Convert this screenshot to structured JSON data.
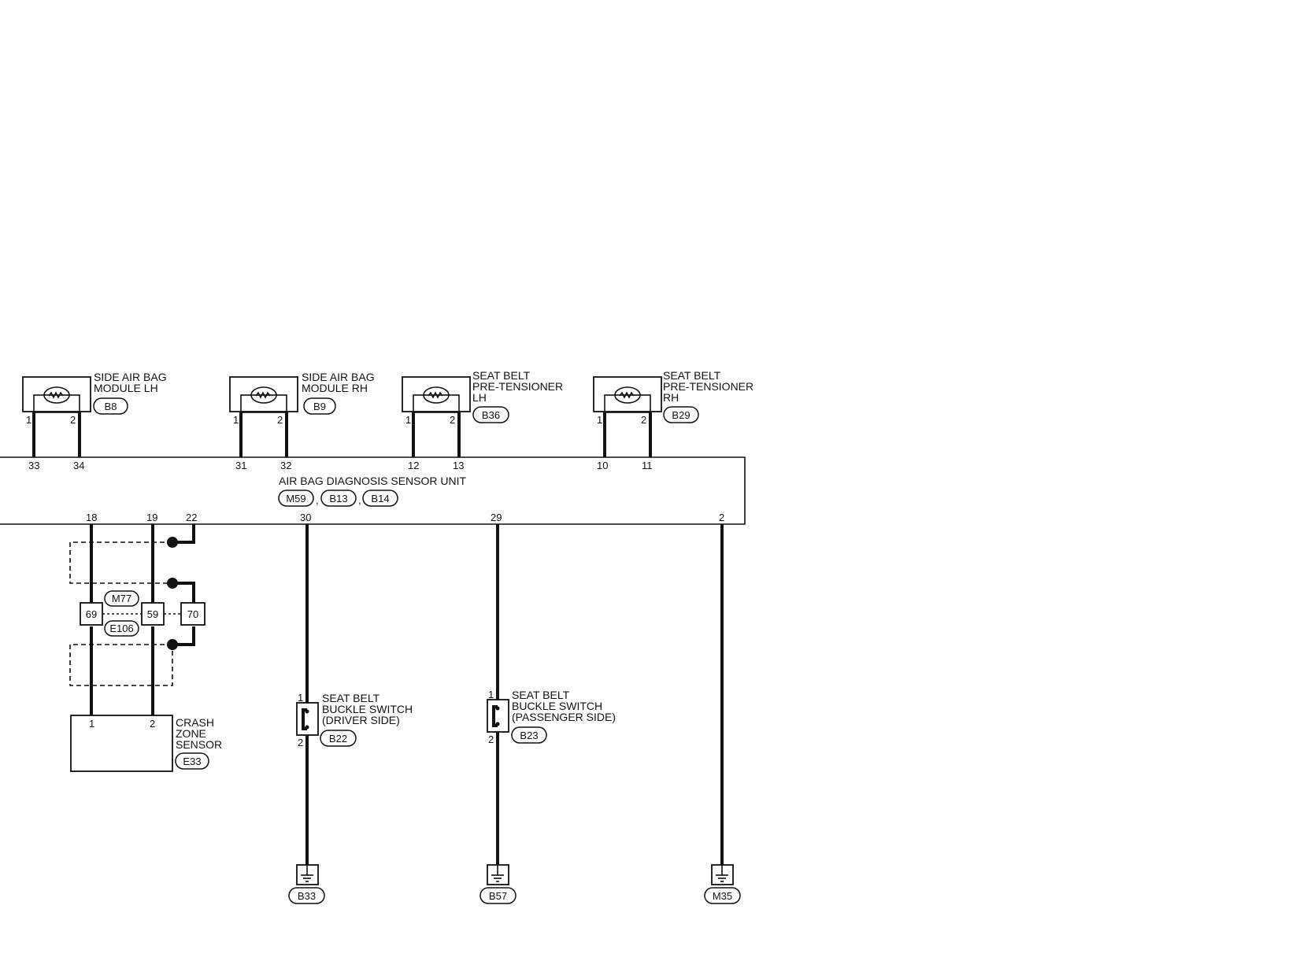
{
  "unit": {
    "title": "AIR BAG DIAGNOSIS SENSOR UNIT",
    "connectors": [
      "M59",
      "B13",
      "B14"
    ],
    "separator": ","
  },
  "modules": [
    {
      "id": "side-air-bag-module-lh",
      "lines": [
        "SIDE AIR BAG",
        "MODULE LH"
      ],
      "connector": "B8",
      "module_pins": [
        "1",
        "2"
      ],
      "unit_pins": [
        "33",
        "34"
      ]
    },
    {
      "id": "side-air-bag-module-rh",
      "lines": [
        "SIDE AIR BAG",
        "MODULE RH"
      ],
      "connector": "B9",
      "module_pins": [
        "1",
        "2"
      ],
      "unit_pins": [
        "31",
        "32"
      ]
    },
    {
      "id": "seat-belt-pre-tensioner-lh",
      "lines": [
        "SEAT BELT",
        "PRE-TENSIONER",
        "LH"
      ],
      "connector": "B36",
      "module_pins": [
        "1",
        "2"
      ],
      "unit_pins": [
        "12",
        "13"
      ]
    },
    {
      "id": "seat-belt-pre-tensioner-rh",
      "lines": [
        "SEAT BELT",
        "PRE-TENSIONER",
        "RH"
      ],
      "connector": "B29",
      "module_pins": [
        "1",
        "2"
      ],
      "unit_pins": [
        "10",
        "11"
      ]
    }
  ],
  "bottom_pins": [
    "18",
    "19",
    "22",
    "30",
    "29",
    "2"
  ],
  "junction": {
    "connectors": [
      "M77",
      "E106"
    ],
    "terminals": [
      "69",
      "59",
      "70"
    ]
  },
  "crash_zone_sensor": {
    "lines": [
      "CRASH",
      "ZONE",
      "SENSOR"
    ],
    "connector": "E33",
    "pins": [
      "1",
      "2"
    ]
  },
  "buckle_switch_driver": {
    "lines": [
      "SEAT BELT",
      "BUCKLE SWITCH",
      "(DRIVER SIDE)"
    ],
    "connector": "B22",
    "pins": [
      "1",
      "2"
    ]
  },
  "buckle_switch_passenger": {
    "lines": [
      "SEAT BELT",
      "BUCKLE SWITCH",
      "(PASSENGER SIDE)"
    ],
    "connector": "B23",
    "pins": [
      "1",
      "2"
    ]
  },
  "grounds": [
    "B33",
    "B57",
    "M35"
  ]
}
